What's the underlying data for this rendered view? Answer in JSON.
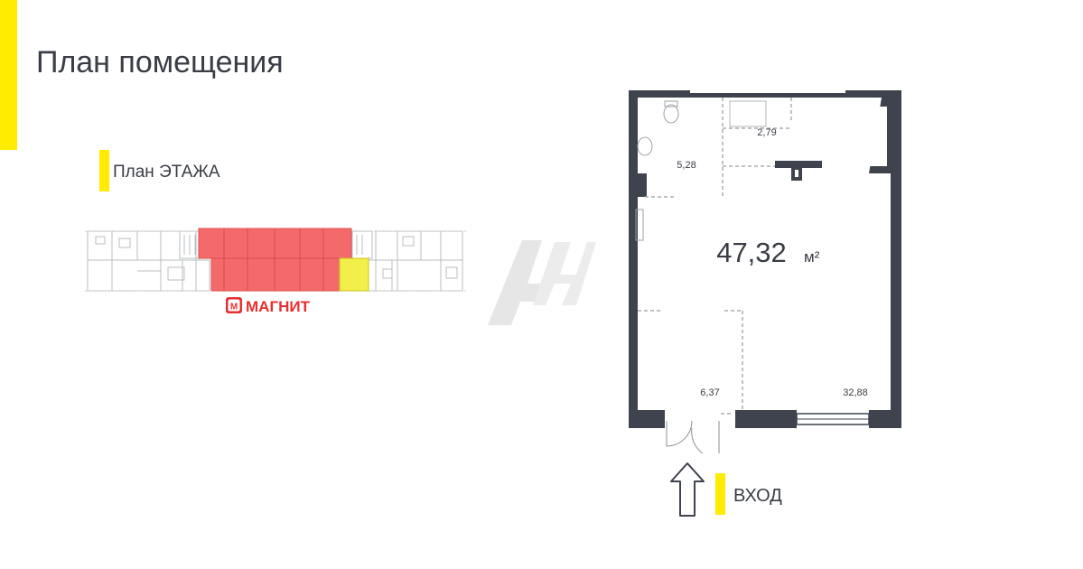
{
  "title": "План помещения",
  "floor_plan": {
    "label": "План ЭТАЖА",
    "tenant": "МАГНИТ",
    "tenant_logo_letter": "М",
    "colors": {
      "tenant_area": "#f46a6a",
      "highlight_unit": "#f2ee4a"
    }
  },
  "unit_plan": {
    "total_area_value": "47,32",
    "total_area_unit": "м²",
    "rooms": [
      {
        "area": "2,79"
      },
      {
        "area": "5,28"
      },
      {
        "area": "6,37"
      },
      {
        "area": "32,88"
      }
    ]
  },
  "entrance": {
    "label": "ВХОД",
    "icon": "arrow-up-icon"
  },
  "watermark": "АН",
  "colors": {
    "accent": "#ffec00",
    "wall": "#3e434d",
    "text": "#3a3d45"
  }
}
